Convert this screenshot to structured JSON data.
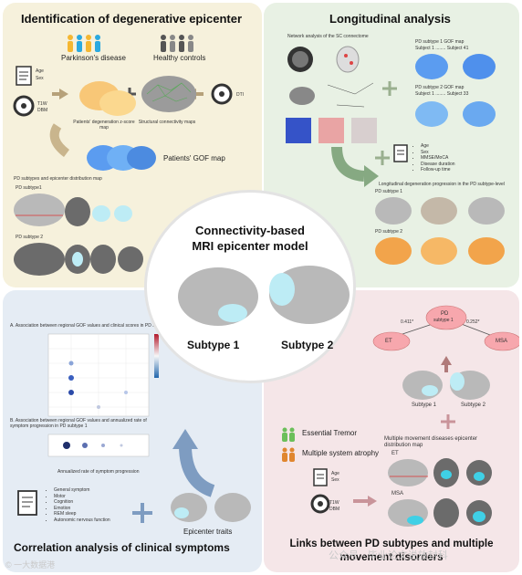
{
  "center": {
    "title_line1": "Connectivity-based",
    "title_line2": "MRI epicenter model",
    "subtype1": "Subtype 1",
    "subtype2": "Subtype 2"
  },
  "tl": {
    "title": "Identification of degenerative epicenter",
    "parkinsons": "Parkinson's disease",
    "healthy": "Healthy controls",
    "age": "Age",
    "sex": "Sex",
    "t1w": "T1W",
    "dbm": "DBM",
    "dti": "DTI",
    "z_map": "Patients' degeneration z-score map",
    "sc_map": "Structural connectivity maps",
    "gof": "Patients' GOF map",
    "dist_header": "PD subtypes and epicenter distribution map",
    "subtype1": "PD subtype1",
    "subtype2": "PD subtype 2"
  },
  "tr": {
    "title": "Longitudinal analysis",
    "network": "Network analysis of the SC connectome",
    "sub1_gof": "PD subtype 1 GOF map",
    "sub1_range": "Subject 1 ........ Subject 41",
    "sub2_gof": "PD subtype 2 GOF map",
    "sub2_range": "Subject 1 ........ Subject 33",
    "items": [
      "Age",
      "Sex",
      "MMSE/MoCA",
      "Disease duration",
      "Follow-up time"
    ],
    "prog_header": "Longitudinal degeneration progression in the PD subtype-level",
    "subtype1": "PD subtype 1",
    "subtype2": "PD subtype 2"
  },
  "bl": {
    "title": "Correlation analysis of clinical symptoms",
    "heading_a": "A. Association between regional GOF values and clinical scores in PD subtypes",
    "heading_b": "B. Association between regional GOF values and annualized rate of symptom progression in PD subtype 1",
    "x_caption": "Annualized rate of symptom progression",
    "symptoms": [
      "General symptom",
      "Motor",
      "Cognition",
      "Emotion",
      "REM sleep",
      "Autonomic nervous function"
    ],
    "epicenter": "Epicenter traits"
  },
  "br": {
    "title_line1": "Links between PD subtypes and multiple",
    "title_line2": "movement disorders",
    "et": "ET",
    "pd": "PD",
    "pd2": "subtype 1",
    "msa": "MSA",
    "r1": "0.411*",
    "r2": "0.252*",
    "subtype1": "Subtype 1",
    "subtype2": "Subtype 2",
    "essential": "Essential Tremor",
    "msa_full": "Multiple system atrophy",
    "map_title_1": "Multiple movement diseases epicenter",
    "map_title_2": "distribution map",
    "age": "Age",
    "sex": "Sex",
    "t1w": "T1W",
    "dbm": "DBM",
    "et_short": "ET",
    "msa_short": "MSA"
  },
  "watermark": {
    "left": "© 一大数据港",
    "right": "公众号 · 毕业论文说放封科"
  },
  "colors": {
    "yellow_panel": "#f6f1dc",
    "green_panel": "#e8f1e4",
    "blue_panel": "#e5ecf4",
    "pink_panel": "#f5e6e8",
    "brain_gray": "#b9b9b9",
    "epicenter_cyan": "#bdecf5",
    "gof_blue": "#5b9cf0",
    "orange": "#f2a44b"
  }
}
